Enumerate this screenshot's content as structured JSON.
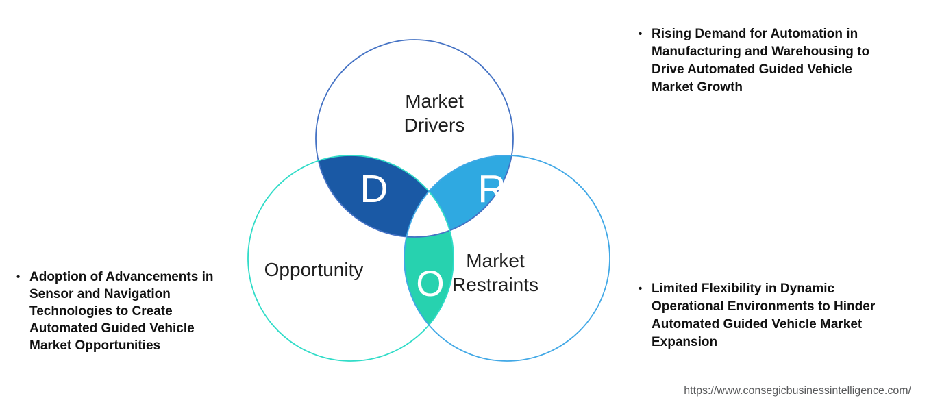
{
  "venn": {
    "circles": [
      {
        "id": "market-drivers",
        "label_lines": [
          "Market",
          "Drivers"
        ],
        "stroke_color": "#4472C4"
      },
      {
        "id": "opportunity",
        "label_lines": [
          "Opportunity"
        ],
        "stroke_color": "#30DCC8"
      },
      {
        "id": "market-restraints",
        "label_lines": [
          "Market",
          "Restraints"
        ],
        "stroke_color": "#41A8E6"
      }
    ],
    "regions": [
      {
        "letter": "D",
        "fill": "#1A59A5"
      },
      {
        "letter": "R",
        "fill": "#2FA9E1"
      },
      {
        "letter": "O",
        "fill": "#27D2AF"
      }
    ],
    "letter_color": "#FFFFFF",
    "center_fill": "#FFFFFF"
  },
  "bullets": {
    "left": {
      "marker": "•",
      "lines": [
        "Adoption of Advancements in",
        "Sensor and Navigation",
        "Technologies to Create",
        "Automated Guided Vehicle",
        "Market Opportunities"
      ]
    },
    "right_top": {
      "marker": "•",
      "lines": [
        "Rising Demand for Automation in",
        "Manufacturing and Warehousing to",
        "Drive Automated Guided Vehicle",
        "Market Growth"
      ]
    },
    "right_bottom": {
      "marker": "•",
      "lines": [
        "Limited Flexibility in Dynamic",
        "Operational Environments to Hinder",
        "Automated Guided Vehicle Market",
        "Expansion"
      ]
    }
  },
  "footer": {
    "url": "https://www.consegicbusinessintelligence.com/"
  }
}
